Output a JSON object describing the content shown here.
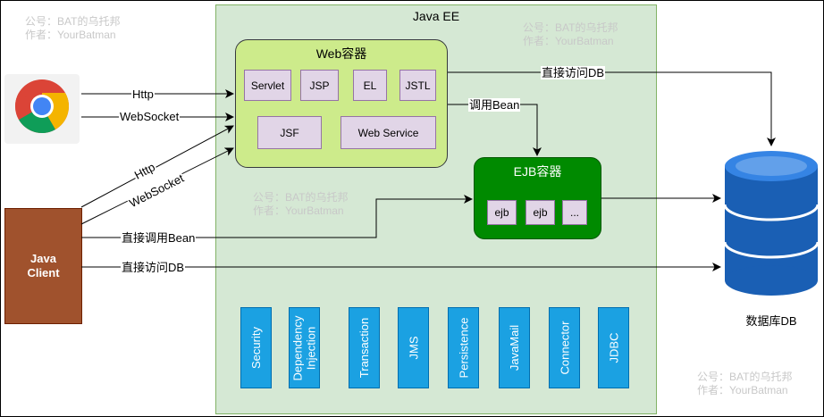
{
  "container": {
    "title": "Java EE"
  },
  "web_container": {
    "title": "Web容器",
    "components": [
      "Servlet",
      "JSP",
      "EL",
      "JSTL",
      "JSF",
      "Web Service"
    ]
  },
  "ejb_container": {
    "title": "EJB容器",
    "components": [
      "ejb",
      "ejb",
      "..."
    ]
  },
  "services": [
    "Security",
    "Dependency\nInjection",
    "Transaction",
    "JMS",
    "Persistence",
    "JavaMail",
    "Connector",
    "JDBC"
  ],
  "client": {
    "label": "Java\nClient",
    "browser_icon": "chrome-browser-icon"
  },
  "database": {
    "label": "数据库DB",
    "icon": "database-icon"
  },
  "edge_labels": {
    "browser_http": "Http",
    "browser_websocket": "WebSocket",
    "client_http": "Http",
    "client_websocket": "WebSocket",
    "web_to_db": "直接访问DB",
    "web_to_ejb": "调用Bean",
    "client_to_ejb": "直接调用Bean",
    "client_to_db": "直接访问DB"
  },
  "watermarks": [
    {
      "line1": "公号：BAT的乌托邦",
      "line2": "作者：YourBatman"
    },
    {
      "line1": "公号：BAT的乌托邦",
      "line2": "作者：YourBatman"
    },
    {
      "line1": "公号：BAT的乌托邦",
      "line2": "作者：YourBatman"
    },
    {
      "line1": "公号：BAT的乌托邦",
      "line2": "作者：YourBatman"
    }
  ],
  "colors": {
    "javaee_bg": "#d5e8d4",
    "web_bg": "#cdeb8b",
    "component_bg": "#e1d5e7",
    "ejb_bg": "#008a00",
    "service_bg": "#1ba1e2",
    "client_bg": "#a0522d",
    "db_blue": "#1a5fb4"
  }
}
